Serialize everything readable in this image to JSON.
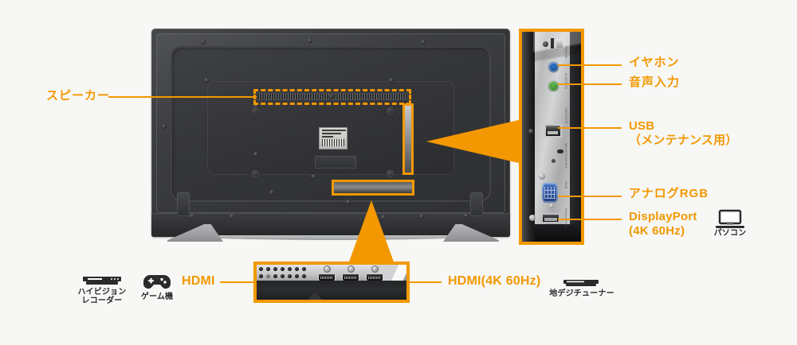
{
  "page": {
    "title": "テレビ背面 端子説明図",
    "background_color": "#f7f7f5",
    "accent_color": "#f39800",
    "text_color": "#2b2b2b"
  },
  "callouts": {
    "speaker": {
      "label": "スピーカー",
      "name": "speaker-callout"
    },
    "side_panel": [
      {
        "label": "イヤホン",
        "name": "earphone-callout",
        "jack_color": "#1d58a3"
      },
      {
        "label": "音声入力",
        "name": "audio-in-callout",
        "jack_color": "#3e9433"
      },
      {
        "label": "USB\n（メンテナンス用）",
        "name": "usb-callout"
      },
      {
        "label": "アナログRGB",
        "name": "analog-rgb-callout"
      },
      {
        "label": "DisplayPort\n(4K 60Hz)",
        "name": "displayport-callout"
      }
    ],
    "bottom_panel": [
      {
        "label": "HDMI",
        "name": "hdmi-callout"
      },
      {
        "label": "HDMI(4K 60Hz)",
        "name": "hdmi-4k-callout"
      }
    ]
  },
  "devices": {
    "recorder": {
      "caption": "ハイビジョン\nレコーダー",
      "icon": "recorder-icon"
    },
    "game_console": {
      "caption": "ゲーム機",
      "icon": "gamepad-icon"
    },
    "tuner": {
      "caption": "地デジチューナー",
      "icon": "tuner-icon"
    },
    "pc": {
      "caption": "パソコン",
      "icon": "laptop-icon"
    }
  },
  "ports": {
    "side": [
      {
        "name": "earphone-jack",
        "type": "3.5mm",
        "color": "#1d58a3"
      },
      {
        "name": "audio-in-jack",
        "type": "3.5mm",
        "color": "#3e9433"
      },
      {
        "name": "usb-port",
        "type": "USB-A"
      },
      {
        "name": "vga-port",
        "type": "D-Sub 15pin",
        "color": "#2c55a3"
      },
      {
        "name": "displayport-port",
        "type": "DisplayPort"
      }
    ],
    "bottom": [
      {
        "name": "hdmi-port-1",
        "type": "HDMI"
      },
      {
        "name": "hdmi-port-2",
        "type": "HDMI"
      },
      {
        "name": "hdmi-port-3",
        "type": "HDMI (4K 60Hz)"
      }
    ]
  }
}
